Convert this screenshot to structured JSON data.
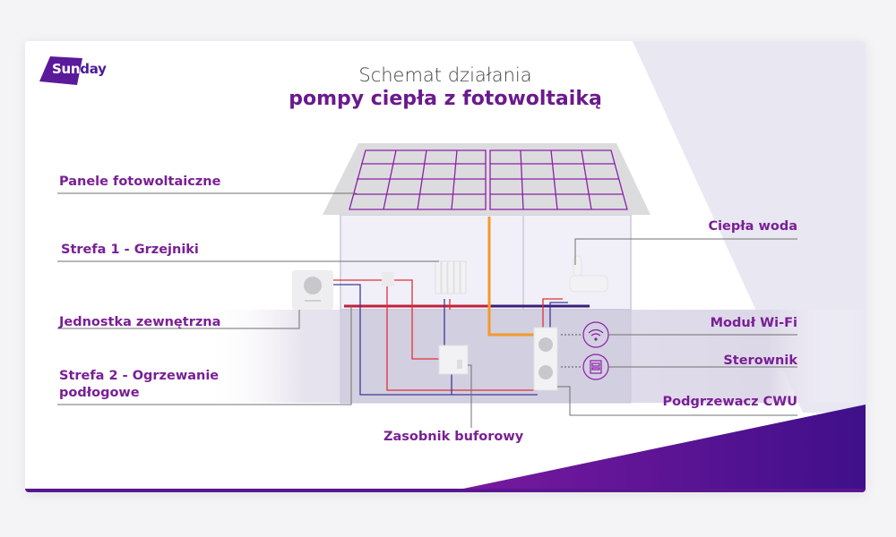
{
  "brand": {
    "logo_text_first": "Sun",
    "logo_text_rest": "day",
    "accent": "#6a1a8e",
    "deep": "#3f0f8a"
  },
  "title": {
    "line1": "Schemat działania",
    "line2": "pompy ciepła z fotowoltaiką"
  },
  "labels": {
    "pv_panels": "Panele fotowoltaiczne",
    "zone1": "Strefa 1 - Grzejniki",
    "outdoor_unit": "Jednostka zewnętrzna",
    "zone2_line1": "Strefa 2 - Ogrzewanie",
    "zone2_line2": "podłogowe",
    "hot_water": "Ciepła woda",
    "wifi_module": "Moduł Wi-Fi",
    "controller": "Sterownik",
    "dhw_heater": "Podgrzewacz CWU",
    "buffer_tank": "Zasobnik buforowy"
  },
  "colors": {
    "pv_line": "#8b1fa8",
    "supply": "#e0303a",
    "return": "#3b3a9a",
    "solar": "#f39a2b",
    "floor": "#3a1f7a"
  },
  "icons": [
    "wifi-icon",
    "controller-icon"
  ]
}
